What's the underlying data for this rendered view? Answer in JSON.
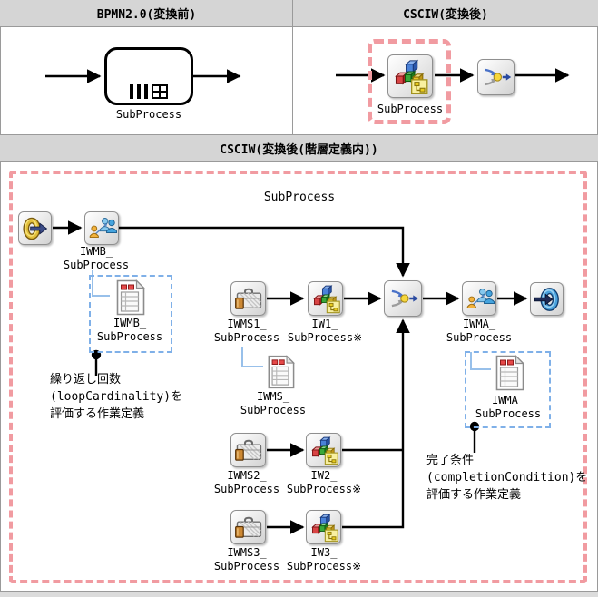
{
  "headers": {
    "top_left": "BPMN2.0(変換前)",
    "top_right": "CSCIW(変換後)",
    "middle": "CSCIW(変換後(階層定義内))"
  },
  "bpmn": {
    "task_label": "SubProcess"
  },
  "csciw": {
    "subprocess_label": "SubProcess"
  },
  "hierarchy": {
    "title": "SubProcess",
    "nodes": {
      "iwmb": {
        "line1": "IWMB_",
        "line2": "SubProcess"
      },
      "iwmb_doc": {
        "line1": "IWMB_",
        "line2": "SubProcess"
      },
      "iwms1": {
        "line1": "IWMS1_",
        "line2": "SubProcess"
      },
      "iw1": {
        "line1": "IW1_",
        "line2": "SubProcess※"
      },
      "iwms_doc": {
        "line1": "IWMS_",
        "line2": "SubProcess"
      },
      "iwma": {
        "line1": "IWMA_",
        "line2": "SubProcess"
      },
      "iwma_doc": {
        "line1": "IWMA_",
        "line2": "SubProcess"
      },
      "iwms2": {
        "line1": "IWMS2_",
        "line2": "SubProcess"
      },
      "iw2": {
        "line1": "IW2_",
        "line2": "SubProcess※"
      },
      "iwms3": {
        "line1": "IWMS3_",
        "line2": "SubProcess"
      },
      "iw3": {
        "line1": "IW3_",
        "line2": "SubProcess※"
      }
    },
    "annotations": {
      "loop": [
        "繰り返し回数",
        "(loopCardinality)を",
        "評価する作業定義"
      ],
      "completion": [
        "完了条件",
        "(completionCondition)を",
        "評価する作業定義"
      ]
    }
  },
  "icons": {
    "start": "start-node-icon: gold ring with right arrow",
    "end": "end-node-icon: blue ring with right arrow",
    "people": "people-activity-icon: orange and blue figures with arrow",
    "briefcase": "briefcase-activity-icon: gray case with orange book",
    "blocks": "subprocess-blocks-icon: colored 3D cubes with yellow flowchart badge",
    "merge": "merge-gateway-icon: two curved arrows into yellow ball",
    "document": "work-definition-document-icon: sheet with red header cells and grid",
    "multi_instance_marker": "triple-vertical-bars",
    "collapsed_marker": "plus-in-box"
  },
  "colors": {
    "header_bg": "#d5d5d5",
    "table_border": "#9a9a9a",
    "red_dashed": "#f19ba1",
    "blue_dashed": "#7fb0e8",
    "connector": "#000000"
  }
}
